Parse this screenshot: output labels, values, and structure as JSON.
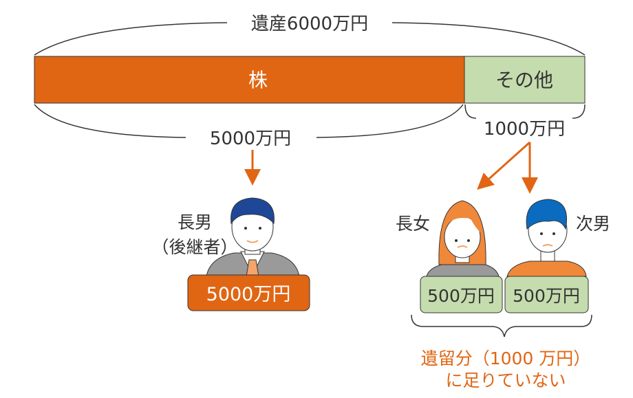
{
  "total_label": "遺産6000万円",
  "bar": {
    "stock_label": "株",
    "other_label": "その他",
    "stock_amount": "5000万円",
    "other_amount": "1000万円"
  },
  "heirs": {
    "eldest_son": {
      "name": "長男",
      "role": "（後継者）",
      "amount": "5000万円"
    },
    "eldest_daughter": {
      "name": "長女",
      "amount": "500万円"
    },
    "second_son": {
      "name": "次男",
      "amount": "500万円"
    }
  },
  "note": {
    "line1": "遺留分（1000 万円）",
    "line2": "に足りていない"
  },
  "colors": {
    "orange": "#e06614",
    "green": "#c5dcae",
    "text": "#333333"
  }
}
